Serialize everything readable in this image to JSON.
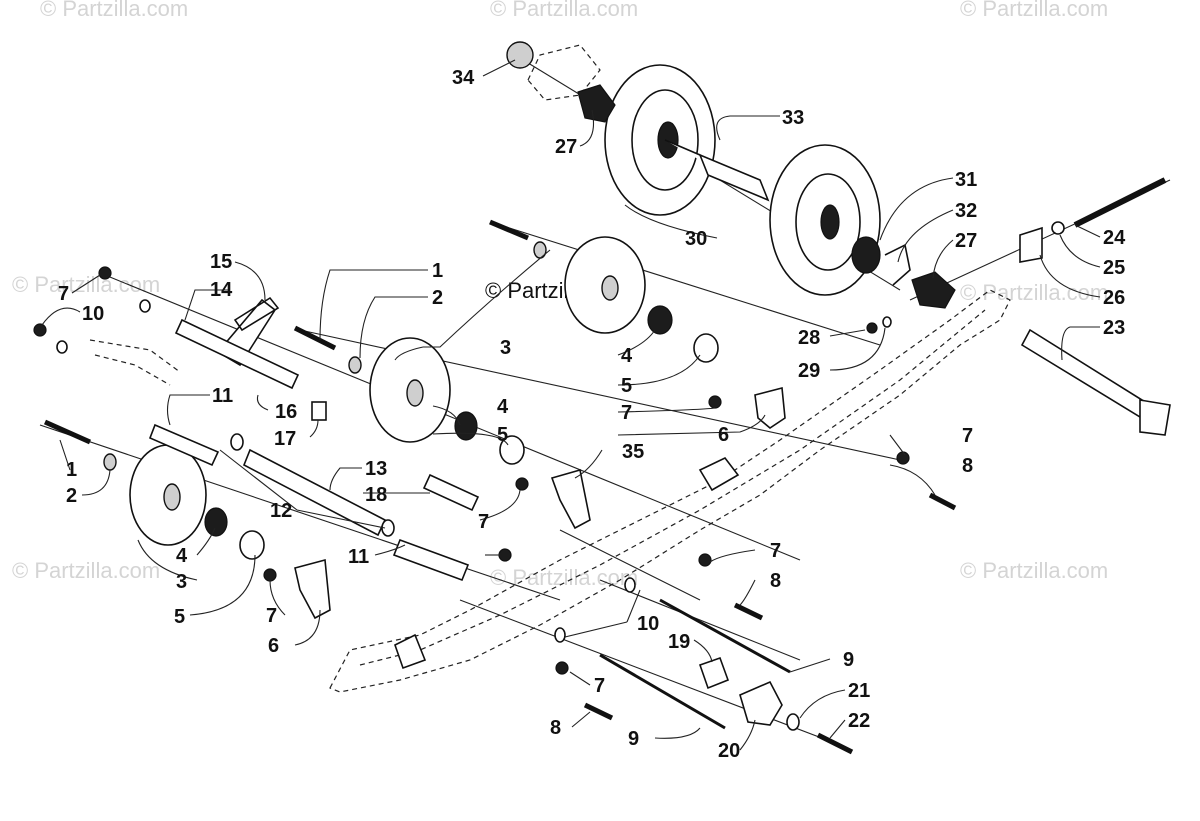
{
  "watermarks": {
    "small": "© Partzilla.com",
    "center": "© Partzilla.com"
  },
  "callouts": [
    {
      "id": "c34",
      "label": "34"
    },
    {
      "id": "c27a",
      "label": "27"
    },
    {
      "id": "c33",
      "label": "33"
    },
    {
      "id": "c30",
      "label": "30"
    },
    {
      "id": "c31",
      "label": "31"
    },
    {
      "id": "c32",
      "label": "32"
    },
    {
      "id": "c27b",
      "label": "27"
    },
    {
      "id": "c24",
      "label": "24"
    },
    {
      "id": "c25",
      "label": "25"
    },
    {
      "id": "c26",
      "label": "26"
    },
    {
      "id": "c23",
      "label": "23"
    },
    {
      "id": "c28",
      "label": "28"
    },
    {
      "id": "c29",
      "label": "29"
    },
    {
      "id": "c15",
      "label": "15"
    },
    {
      "id": "c14",
      "label": "14"
    },
    {
      "id": "c7a",
      "label": "7"
    },
    {
      "id": "c10a",
      "label": "10"
    },
    {
      "id": "c1a",
      "label": "1"
    },
    {
      "id": "c2a",
      "label": "2"
    },
    {
      "id": "c3a",
      "label": "3"
    },
    {
      "id": "c4a",
      "label": "4"
    },
    {
      "id": "c5a",
      "label": "5"
    },
    {
      "id": "c7b",
      "label": "7"
    },
    {
      "id": "c6a",
      "label": "6"
    },
    {
      "id": "c7c",
      "label": "7"
    },
    {
      "id": "c8a",
      "label": "8"
    },
    {
      "id": "c11a",
      "label": "11"
    },
    {
      "id": "c16",
      "label": "16"
    },
    {
      "id": "c17",
      "label": "17"
    },
    {
      "id": "c4b",
      "label": "4"
    },
    {
      "id": "c5b",
      "label": "5"
    },
    {
      "id": "c35",
      "label": "35"
    },
    {
      "id": "c1b",
      "label": "1"
    },
    {
      "id": "c2b",
      "label": "2"
    },
    {
      "id": "c13",
      "label": "13"
    },
    {
      "id": "c18",
      "label": "18"
    },
    {
      "id": "c12",
      "label": "12"
    },
    {
      "id": "c7d",
      "label": "7"
    },
    {
      "id": "c11b",
      "label": "11"
    },
    {
      "id": "c4c",
      "label": "4"
    },
    {
      "id": "c3b",
      "label": "3"
    },
    {
      "id": "c5c",
      "label": "5"
    },
    {
      "id": "c7e",
      "label": "7"
    },
    {
      "id": "c6b",
      "label": "6"
    },
    {
      "id": "c7f",
      "label": "7"
    },
    {
      "id": "c8b",
      "label": "8"
    },
    {
      "id": "c10b",
      "label": "10"
    },
    {
      "id": "c19",
      "label": "19"
    },
    {
      "id": "c9a",
      "label": "9"
    },
    {
      "id": "c21",
      "label": "21"
    },
    {
      "id": "c22",
      "label": "22"
    },
    {
      "id": "c7g",
      "label": "7"
    },
    {
      "id": "c8c",
      "label": "8"
    },
    {
      "id": "c9b",
      "label": "9"
    },
    {
      "id": "c20",
      "label": "20"
    }
  ]
}
